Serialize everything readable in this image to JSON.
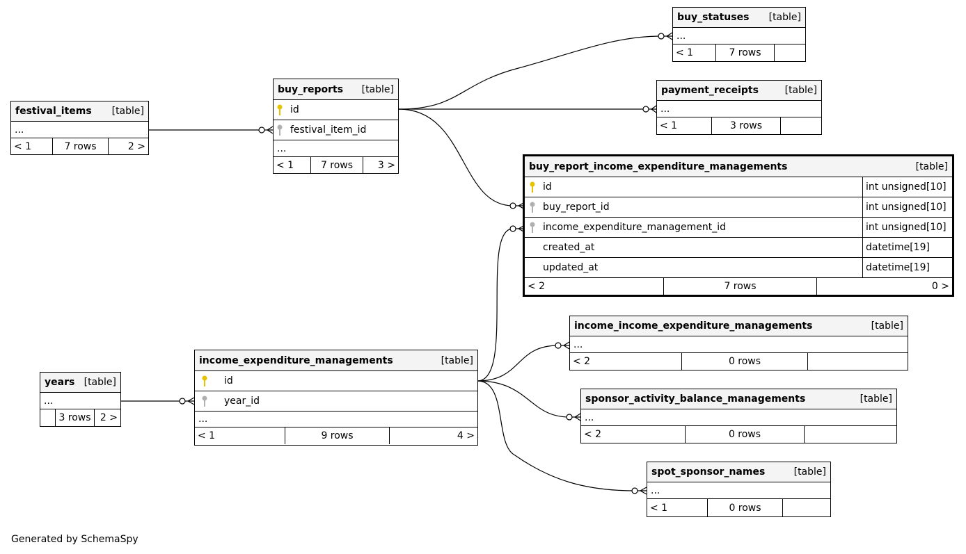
{
  "footer": "Generated by SchemaSpy",
  "kind_label": "[table]",
  "ellipsis": "...",
  "tables": {
    "buy_statuses": {
      "name": "buy_statuses",
      "parents": "< 1",
      "rows": "7 rows",
      "children": ""
    },
    "payment_receipts": {
      "name": "payment_receipts",
      "parents": "< 1",
      "rows": "3 rows",
      "children": ""
    },
    "festival_items": {
      "name": "festival_items",
      "parents": "< 1",
      "rows": "7 rows",
      "children": "2 >"
    },
    "buy_reports": {
      "name": "buy_reports",
      "col_id": "id",
      "col_fk": "festival_item_id",
      "parents": "< 1",
      "rows": "7 rows",
      "children": "3 >"
    },
    "birem": {
      "name": "buy_report_income_expenditure_managements",
      "columns": [
        {
          "name": "id",
          "type": "int unsigned[10]",
          "key": "primary"
        },
        {
          "name": "buy_report_id",
          "type": "int unsigned[10]",
          "key": "foreign"
        },
        {
          "name": "income_expenditure_management_id",
          "type": "int unsigned[10]",
          "key": "foreign"
        },
        {
          "name": "created_at",
          "type": "datetime[19]",
          "key": "none"
        },
        {
          "name": "updated_at",
          "type": "datetime[19]",
          "key": "none"
        }
      ],
      "parents": "< 2",
      "rows": "7 rows",
      "children": "0 >"
    },
    "iiem": {
      "name": "income_income_expenditure_managements",
      "parents": "< 2",
      "rows": "0 rows",
      "children": ""
    },
    "sabm": {
      "name": "sponsor_activity_balance_managements",
      "parents": "< 2",
      "rows": "0 rows",
      "children": ""
    },
    "ssn": {
      "name": "spot_sponsor_names",
      "parents": "< 1",
      "rows": "0 rows",
      "children": ""
    },
    "iem": {
      "name": "income_expenditure_managements",
      "col_id": "id",
      "col_fk": "year_id",
      "parents": "< 1",
      "rows": "9 rows",
      "children": "4 >"
    },
    "years": {
      "name": "years",
      "parents": "",
      "rows": "3 rows",
      "children": "2 >"
    }
  },
  "colors": {
    "primary_key": "#e6c200",
    "foreign_key": "#b0b0b0",
    "header_bg": "#f4f4f4"
  }
}
